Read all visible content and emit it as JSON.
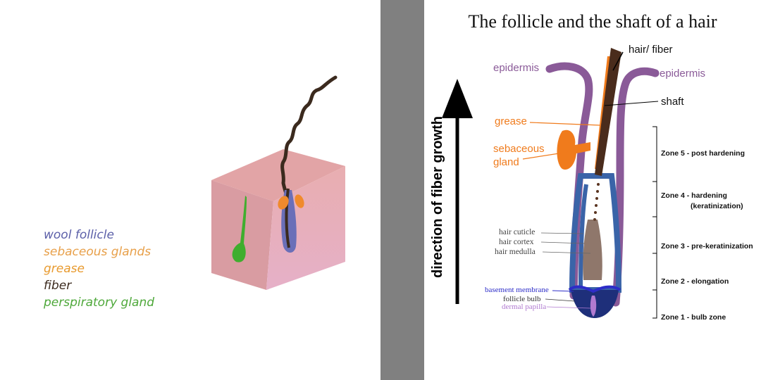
{
  "left": {
    "legend": [
      {
        "label": "wool follicle",
        "color": "#5b5fa8"
      },
      {
        "label": "sebaceous glands",
        "color": "#e8a04a"
      },
      {
        "label": "grease",
        "color": "#e89a2e"
      },
      {
        "label": "fiber",
        "color": "#3b2a1e"
      },
      {
        "label": "perspiratory gland",
        "color": "#4ea83a"
      }
    ]
  },
  "right": {
    "title": "The follicle and the shaft of a hair",
    "growth_label": "direction of fiber growth",
    "labels": {
      "hair_fiber": "hair/ fiber",
      "epidermis_left": "epidermis",
      "epidermis_right": "epidermis",
      "shaft": "shaft",
      "grease": "grease",
      "sebaceous_gland": "sebaceous\ngland",
      "hair_cuticle": "hair cuticle",
      "hair_cortex": "hair cortex",
      "hair_medulla": "hair medulla",
      "basement_membrane": "basement membrane",
      "follicle_bulb": "follicle bulb",
      "dermal_papilla": "dermal papilla"
    },
    "zones": [
      "Zone 5 - post hardening",
      "Zone 4 - hardening",
      "(keratinization)",
      "Zone 3 - pre-keratinization",
      "Zone 2 - elongation",
      "Zone 1 - bulb zone"
    ],
    "colors": {
      "epidermis": "#8a5a98",
      "grease": "#f07b1c",
      "fiber": "#4a2c1c",
      "follicle_blue": "#3a64a8",
      "basement": "#2d2dc8",
      "papilla": "#b07ad0"
    }
  }
}
